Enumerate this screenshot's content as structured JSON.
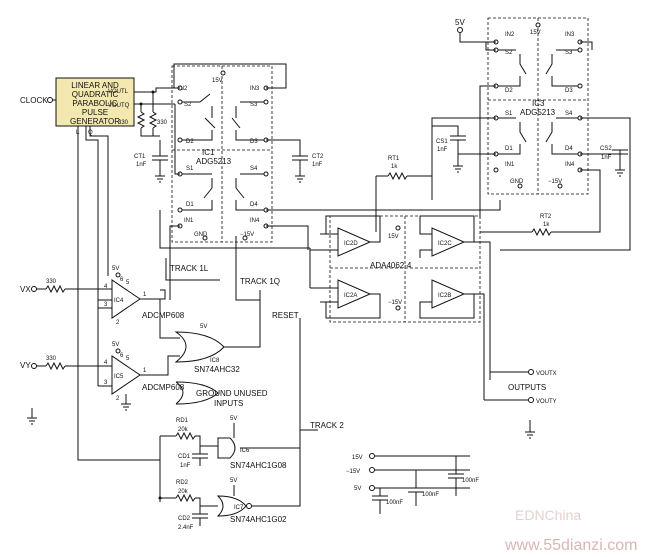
{
  "generator": {
    "line1": "LINEAR AND",
    "line2": "QUADRATIC",
    "line3": "PARABOLIC",
    "line4": "PULSE",
    "line5": "GENERATOR",
    "out_l": "VOUTL",
    "out_q": "VOUTQ",
    "pin_l": "L",
    "pin_q": "Q"
  },
  "clock": "CLOCK",
  "r330a": "330",
  "r330b": "330",
  "r330x": "330",
  "r330y": "330",
  "ic1": {
    "name": "IC1",
    "part": "ADG5213",
    "in2": "IN2",
    "in3": "IN3",
    "s2": "S2",
    "s3": "S3",
    "d2": "D2",
    "d3": "D3",
    "s1": "S1",
    "s4": "S4",
    "d1": "D1",
    "d4": "D4",
    "in1": "IN1",
    "in4": "IN4",
    "v15": "15V",
    "gnd": "GND",
    "vm15": "−15V"
  },
  "ic3": {
    "name": "IC3",
    "part": "ADG5213",
    "in2": "IN2",
    "in3": "IN3",
    "s2": "S2",
    "s3": "S3",
    "d2": "D2",
    "d3": "D3",
    "s1": "S1",
    "s4": "S4",
    "d1": "D1",
    "d4": "D4",
    "in1": "IN1",
    "in4": "IN4",
    "v15": "15V",
    "gnd": "GND",
    "vm15": "−15V"
  },
  "v5top": "5V",
  "ct1": "CT1",
  "ct1v": "1nF",
  "ct2": "CT2",
  "ct2v": "1nF",
  "cs1": "CS1",
  "cs1v": "1nF",
  "cs2": "CS2",
  "cs2v": "1nF",
  "rt1": "RT1",
  "rt1v": "1k",
  "rt2": "RT2",
  "rt2v": "1k",
  "ic2": {
    "a": "IC2A",
    "b": "IC2B",
    "c": "IC2C",
    "d": "IC2D",
    "part": "ADA4062-4",
    "v15": "15V",
    "vm15": "−15V"
  },
  "ic4": {
    "name": "IC4",
    "part": "ADCMP608",
    "p1": "1",
    "p2": "2",
    "p3": "3",
    "p4": "4",
    "p5": "5",
    "p6": "6",
    "v5": "5V"
  },
  "ic5": {
    "name": "IC5",
    "part": "ADCMP608",
    "p1": "1",
    "p2": "2",
    "p3": "3",
    "p4": "4",
    "p5": "5",
    "p6": "6",
    "v5": "5V"
  },
  "vx": "VX",
  "vy": "VY",
  "track1l": "TRACK 1L",
  "track1q": "TRACK 1Q",
  "reset": "RESET",
  "track2": "TRACK 2",
  "ic8": {
    "name": "IC8",
    "part": "SN74AHC32",
    "v5": "5V"
  },
  "ground_unused": "GROUND UNUSED",
  "inputs": "INPUTS",
  "outputs": "OUTPUTS",
  "voutx": "VOUTX",
  "vouty": "VOUTY",
  "rd1": "RD1",
  "rd1v": "20k",
  "cd1": "CD1",
  "cd1v": "1nF",
  "rd2": "RD2",
  "rd2v": "20k",
  "cd2": "CD2",
  "cd2v": "2.4nF",
  "ic6": {
    "name": "IC6",
    "part": "SN74AHC1G08",
    "v5": "5V"
  },
  "ic7": {
    "name": "IC7",
    "part": "SN74AHC1G02",
    "v5": "5V"
  },
  "rails": {
    "p15": "15V",
    "m15": "−15V",
    "p5": "5V",
    "c1": "100nF",
    "c2": "100nF",
    "c3": "100nF"
  },
  "watermark": "www.55dianzi.com",
  "watermark2": "EDNChina"
}
